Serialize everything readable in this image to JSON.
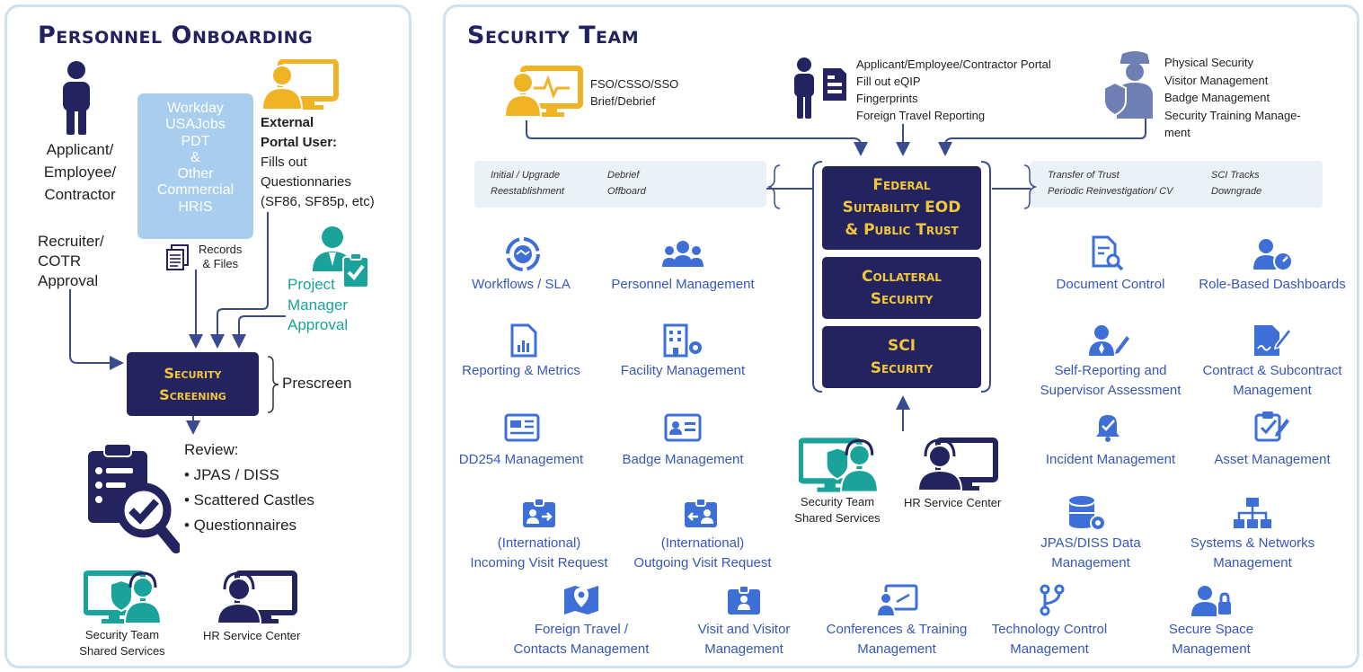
{
  "left_panel": {
    "title": "Personnel Onboarding",
    "applicant": "Applicant/\nEmployee/\nContractor",
    "recruiter": "Recruiter/\nCOTR\nApproval",
    "hris": "Workday\nUSAJobs\nPDT\n&\nOther\nCommercial\nHRIS",
    "records": "Records\n& Files",
    "external_title": "External\nPortal User:",
    "external_body": "Fills out\nQuestionnaries\n(SF86, SF85p, etc)",
    "project_manager": "Project\nManager\nApproval",
    "screening": "Security\nScreening",
    "prescreen": "Prescreen",
    "review_title": "Review:",
    "review_items": [
      "• JPAS / DISS",
      "• Scattered Castles",
      "• Questionnaires"
    ],
    "shared_services": "Security Team\nShared Services",
    "hr_center": "HR Service Center"
  },
  "right_panel": {
    "title": "Security Team",
    "fso": "FSO/CSSO/SSO\nBrief/Debrief",
    "portal": "Applicant/Employee/Contractor Portal\nFill out eQIP\nFingerprints\nForeign Travel Reporting",
    "physical": "Physical Security\nVisitor Management\nBadge Management\nSecurity Training Manage-\nment",
    "left_bar": [
      "Initial / Upgrade",
      "Debrief",
      "Reestablishment",
      "Offboard"
    ],
    "right_bar": [
      "Transfer of Trust",
      "SCI Tracks",
      "Periodic Reinvestigation/ CV",
      "Downgrade"
    ],
    "center_boxes": [
      "Federal\nSuitability EOD\n& Public Trust",
      "Collateral\nSecurity",
      "SCI\nSecurity"
    ],
    "shared_services": "Security Team\nShared Services",
    "hr_center": "HR Service Center",
    "services": {
      "workflows": "Workflows / SLA",
      "personnel": "Personnel Management",
      "reporting": "Reporting & Metrics",
      "facility": "Facility Management",
      "dd254": "DD254 Management",
      "badge": "Badge Management",
      "incoming": "(International)\nIncoming Visit Request",
      "outgoing": "(International)\nOutgoing Visit Request",
      "foreign": "Foreign Travel /\nContacts Management",
      "visit": "Visit and Visitor\nManagement",
      "conferences": "Conferences & Training\nManagement",
      "technology": "Technology Control\nManagement",
      "secure": "Secure Space\nManagement",
      "document": "Document Control",
      "dashboards": "Role-Based Dashboards",
      "selfreport": "Self-Reporting and\nSupervisor Assessment",
      "contract": "Contract & Subcontract\nManagement",
      "incident": "Incident Management",
      "asset": "Asset Management",
      "jpas": "JPAS/DISS Data\nManagement",
      "systems": "Systems & Networks\nManagement"
    }
  },
  "colors": {
    "navy": "#23235f",
    "gold": "#f1c63a",
    "link_blue": "#3558b8",
    "teal": "#1aa39a",
    "light_blue": "#a9cdee",
    "arrow": "#3a4c8f"
  }
}
